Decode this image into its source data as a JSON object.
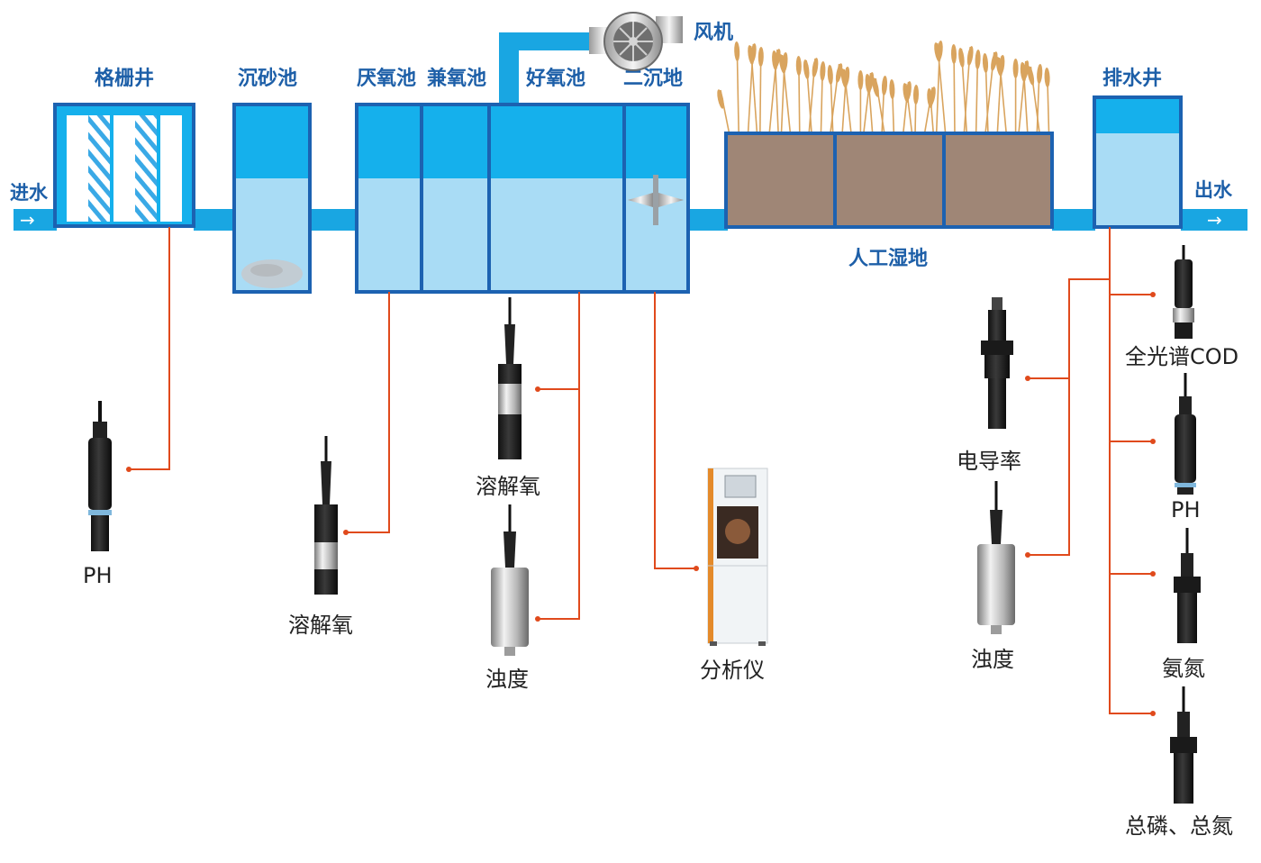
{
  "colors": {
    "pipe": "#19a6e2",
    "tank_border": "#1c62b1",
    "water_dark": "#15b0ec",
    "water_light": "#a9dcf5",
    "soil": "#9f8676",
    "connector": "#e04a1c",
    "reed": "#d9a45e"
  },
  "icons": {
    "flow_arrow": "arrow-right-icon",
    "blower": "blower-fan-icon",
    "mixer": "mixer-icon",
    "probe": "sensor-probe-icon",
    "analyzer": "analyzer-cabinet-icon",
    "reeds": "reed-plants-icon"
  },
  "flow": {
    "inlet": "进水",
    "outlet": "出水",
    "arrow": "→"
  },
  "units": {
    "screen_well": "格栅井",
    "grit_chamber": "沉砂池",
    "anaerobic": "厌氧池",
    "anoxic": "兼氧池",
    "aerobic": "好氧池",
    "secondary_clarifier": "二沉地",
    "blower": "风机",
    "wetland": "人工湿地",
    "drain_well": "排水井"
  },
  "instruments": {
    "ph_screen": "PH",
    "do_anaerobic": "溶解氧",
    "do_aerobic": "溶解氧",
    "turbidity_aerobic": "浊度",
    "analyzer": "分析仪",
    "conductivity": "电导率",
    "turbidity_wetland": "浊度",
    "cod": "全光谱COD",
    "ph_outlet": "PH",
    "ammonia": "氨氮",
    "tp_tn": "总磷、总氮"
  }
}
